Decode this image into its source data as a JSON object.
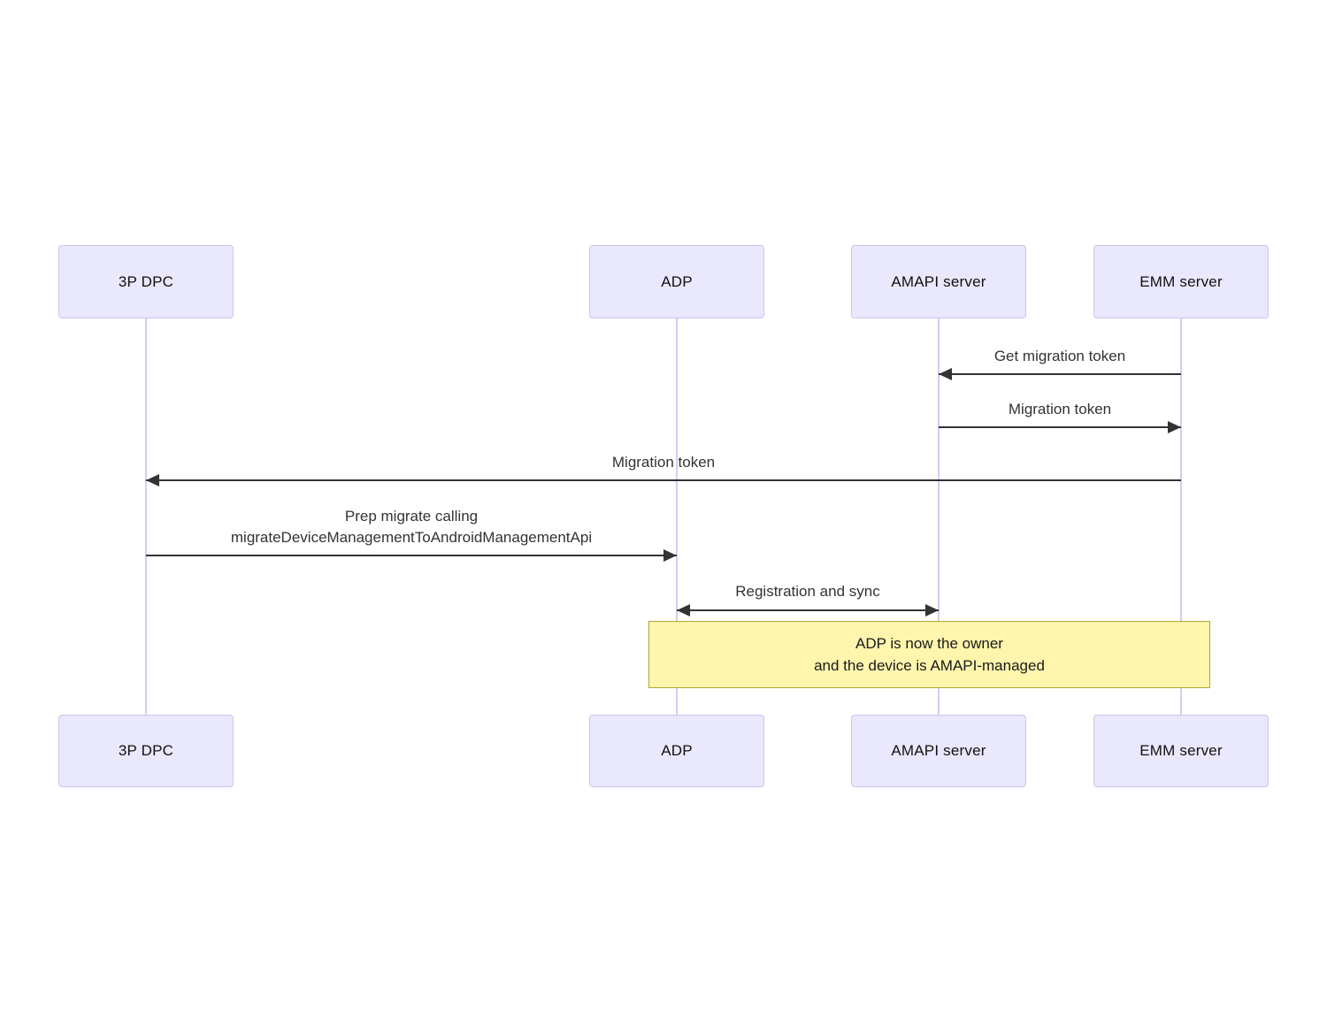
{
  "diagram": {
    "type": "sequence-diagram",
    "actors": [
      {
        "id": "3p-dpc",
        "label": "3P DPC"
      },
      {
        "id": "adp",
        "label": "ADP"
      },
      {
        "id": "amapi-server",
        "label": "AMAPI server"
      },
      {
        "id": "emm-server",
        "label": "EMM server"
      }
    ],
    "messages": [
      {
        "from": "EMM server",
        "to": "AMAPI server",
        "direction": "left",
        "label": "Get migration token"
      },
      {
        "from": "AMAPI server",
        "to": "EMM server",
        "direction": "right",
        "label": "Migration token"
      },
      {
        "from": "EMM server",
        "to": "3P DPC",
        "direction": "left",
        "label": "Migration token"
      },
      {
        "from": "3P DPC",
        "to": "ADP",
        "direction": "right",
        "lines": [
          "Prep migrate calling",
          "migrateDeviceManagementToAndroidManagementApi"
        ]
      },
      {
        "from": "ADP",
        "to": "AMAPI server",
        "direction": "both",
        "label": "Registration and sync"
      }
    ],
    "note": {
      "over": "ADP, EMM server",
      "lines": [
        "ADP is now the owner",
        "and the device is AMAPI-managed"
      ]
    },
    "colors": {
      "actor_fill": "#E9E8FC",
      "actor_border": "#CDC5EF",
      "lifeline": "#D5CEEF",
      "message": "#333333",
      "note_fill": "#FFF5AD",
      "note_border": "#AAAA33",
      "background": "#FFFFFF"
    }
  }
}
